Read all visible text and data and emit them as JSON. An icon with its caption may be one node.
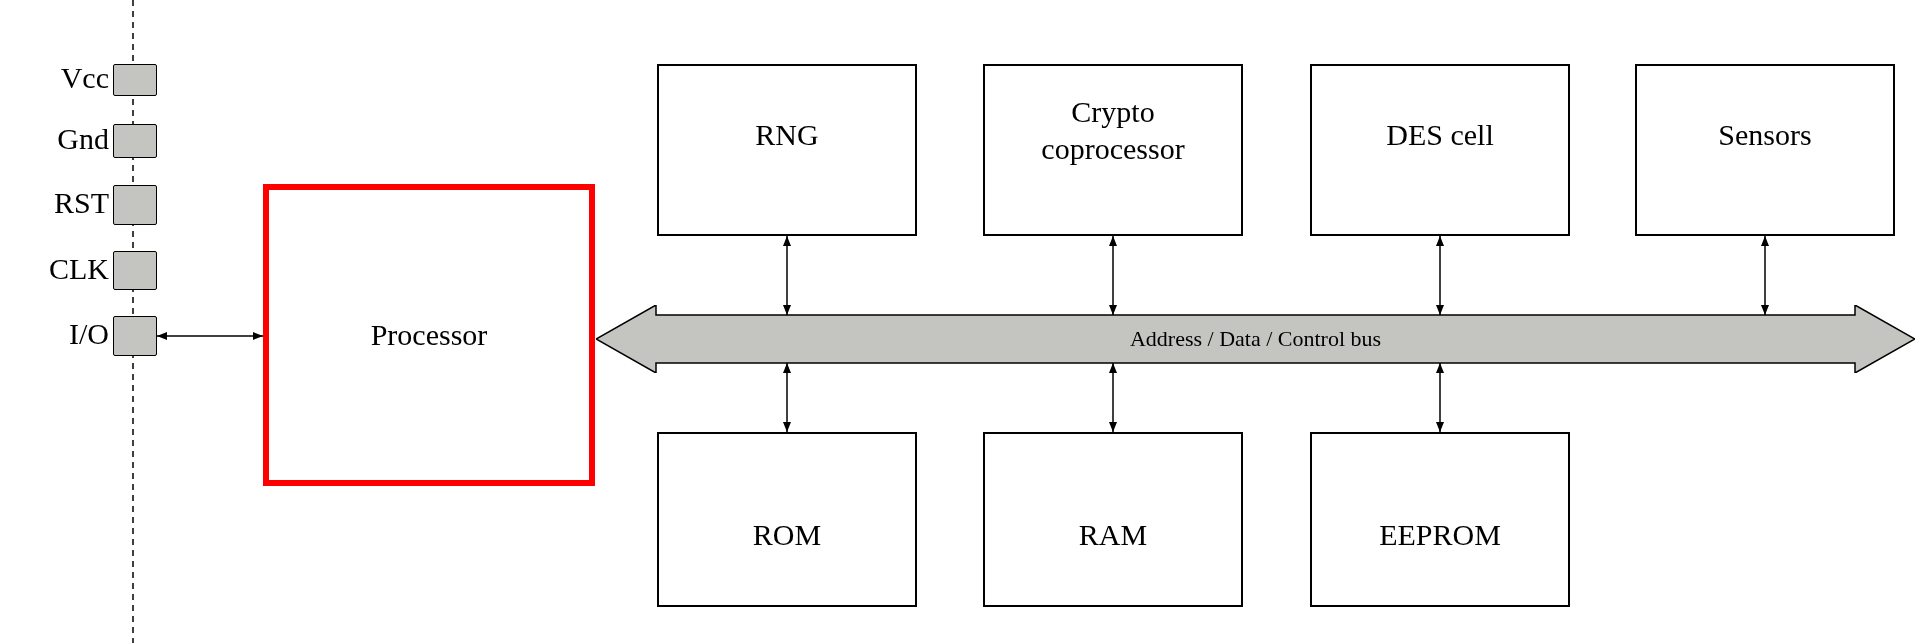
{
  "diagram": {
    "nodes": [
      {
        "text": [],
        "shape": "box",
        "beside": [
          "Vcc"
        ]
      },
      {
        "text": [],
        "shape": "box",
        "beside": [
          "Gnd"
        ]
      },
      {
        "text": [],
        "shape": "box",
        "beside": [
          "RST"
        ]
      },
      {
        "text": [],
        "shape": "box",
        "beside": [
          "CLK"
        ]
      },
      {
        "text": [],
        "shape": "box",
        "beside": [
          "I/O"
        ]
      },
      {
        "text": [
          "Processor"
        ]
      },
      {
        "text": [
          "RNG"
        ]
      },
      {
        "text": [
          "Crypto coprocessor"
        ]
      },
      {
        "text": [
          "DES cell"
        ]
      },
      {
        "text": [
          "Sensors"
        ]
      },
      {
        "text": [
          "Address / Data / Control bus"
        ]
      },
      {
        "text": [
          "ROM"
        ]
      },
      {
        "text": [
          "RAM"
        ]
      },
      {
        "text": [
          "EEPROM"
        ]
      }
    ],
    "edges": [
      {
        "from": 4,
        "to": 5,
        "arrow": "both"
      },
      {
        "from": 6,
        "to": 10,
        "arrow": "both"
      },
      {
        "from": 7,
        "to": 10,
        "arrow": "both"
      },
      {
        "from": 8,
        "to": 10,
        "arrow": "both"
      },
      {
        "from": 9,
        "to": 10,
        "arrow": "both"
      },
      {
        "from": 10,
        "to": 11,
        "arrow": "both"
      },
      {
        "from": 10,
        "to": 12,
        "arrow": "both"
      },
      {
        "from": 10,
        "to": 13,
        "arrow": "both"
      }
    ]
  }
}
